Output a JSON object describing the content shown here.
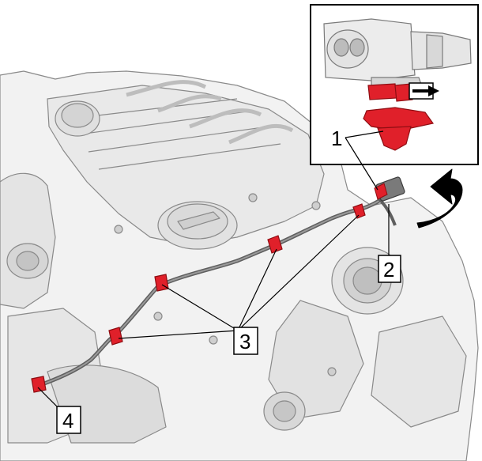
{
  "callouts": {
    "c1": "1",
    "c2": "2",
    "c3": "3",
    "c4": "4"
  },
  "inset": {
    "direction_arrow": "arrow-right-icon"
  },
  "rotate_arrow": "curved-arrow-icon",
  "colors": {
    "clip_red": "#e0202a",
    "engine_fill": "#ececec",
    "engine_stroke": "#8a8a8a",
    "harness": "#6f6f6f",
    "inset_border": "#000000"
  }
}
